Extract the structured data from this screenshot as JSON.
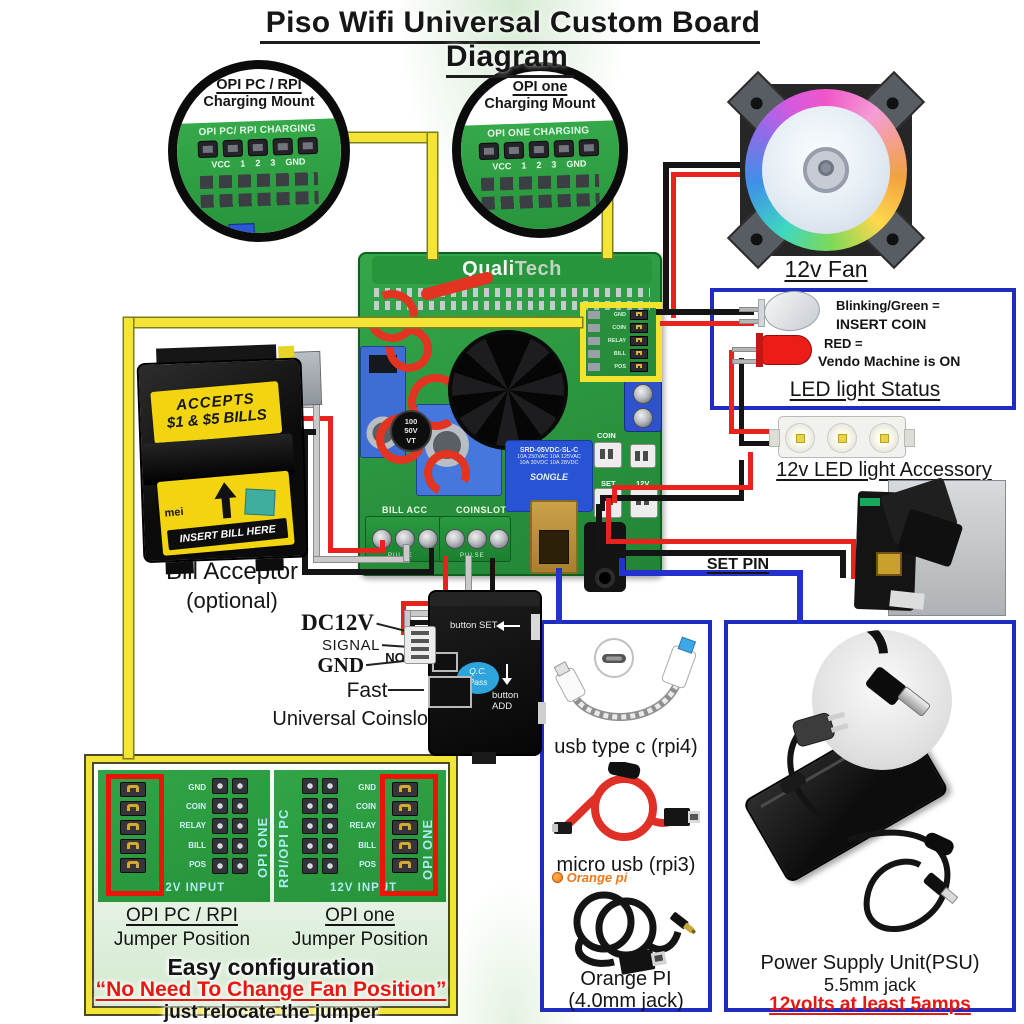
{
  "title": "Piso Wifi Universal Custom Board Diagram",
  "mounts": {
    "opi_pc": {
      "title": "OPI PC / RPI",
      "subtitle": "Charging Mount",
      "silk": "OPI PC/ RPI CHARGING",
      "pins": [
        "VCC",
        "1",
        "2",
        "3",
        "GND"
      ]
    },
    "opi_one": {
      "title": "OPI one",
      "subtitle": "Charging Mount",
      "silk": "OPI ONE CHARGING",
      "pins": [
        "VCC",
        "1",
        "2",
        "3",
        "GND"
      ]
    }
  },
  "fan": {
    "label": "12v Fan"
  },
  "led_status": {
    "green_line_1": "Blinking/Green =",
    "green_line_2": "INSERT COIN",
    "red_line_1": "RED =",
    "red_line_2": "Vendo Machine is ON",
    "title": "LED light Status"
  },
  "led_accessory": {
    "label": "12v LED light Accessory"
  },
  "set_pin_label": "SET PIN",
  "bill_acceptor": {
    "sticker_line_1": "ACCEPTS",
    "sticker_line_2": "$1 & $5 BILLS",
    "brand": "mei",
    "insert_label": "INSERT BILL HERE",
    "caption_1": "Bill Acceptor",
    "caption_2": "(optional)"
  },
  "coinslot": {
    "pin_dc12v": "DC12V",
    "pin_signal": "SIGNAL",
    "pin_gnd": "GND",
    "pin_no": "NO",
    "pin_fast": "Fast",
    "caption": "Universal Coinslot",
    "button_set": "button SET",
    "button_add": "button ADD",
    "qc_line_1": "Q.C.",
    "qc_line_2": "Pass"
  },
  "board": {
    "brand_1": "Quali",
    "brand_2": "Tech",
    "bill_acc_label": "BILL ACC",
    "coinslot_label": "COINSLOT",
    "pulse_label": "PULSE",
    "relay_brand": "SONGLE",
    "relay_model": "SRD-05VDC-SL-C",
    "relay_rating_1": "10A 250VAC 10A 125VAC",
    "relay_rating_2": "10A 30VDC 10A 28VDC",
    "cap_line_1": "100",
    "cap_line_2": "50V",
    "cap_line_3": "VT",
    "conn_coin": "COIN",
    "conn_set": "SET",
    "conn_12v": "12V",
    "jumper_silk": [
      "GND",
      "COIN",
      "RELAY",
      "BILL",
      "POS"
    ]
  },
  "jumper_box": {
    "silk": [
      "GND",
      "COIN",
      "RELAY",
      "BILL",
      "POS"
    ],
    "left_side_label": "OPI ONE",
    "left_bottom_label": "12V INPUT",
    "right_side_label": "RPI/OPI PC",
    "right_side_label_2": "OPI ONE",
    "right_bottom_label": "12V INPUT",
    "left_caption_1": "OPI PC / RPI",
    "left_caption_2": "Jumper Position",
    "right_caption_1": "OPI one",
    "right_caption_2": "Jumper Position",
    "note_1": "Easy configuration",
    "note_2": "“No Need To Change Fan Position”",
    "note_3": "just relocate the jumper"
  },
  "cables_box": {
    "usb_c_label": "usb type c (rpi4)",
    "micro_usb_label": "micro usb (rpi3)",
    "orange_logo": "Orange pi",
    "orange_label_1": "Orange PI",
    "orange_label_2": "(4.0mm jack)"
  },
  "psu_box": {
    "caption_1": "Power Supply Unit(PSU)",
    "caption_2": "5.5mm jack",
    "caption_3": "12volts at least 5amps"
  },
  "colors": {
    "wire_yellow": "#f3e435",
    "wire_red": "#e8231d",
    "wire_black": "#141414",
    "wire_gray": "#c9c9c9",
    "wire_blue": "#2431cf",
    "box_blue": "#1f2cc0",
    "highlight_red": "#ea1508",
    "pcb_green": "#2fa044"
  }
}
